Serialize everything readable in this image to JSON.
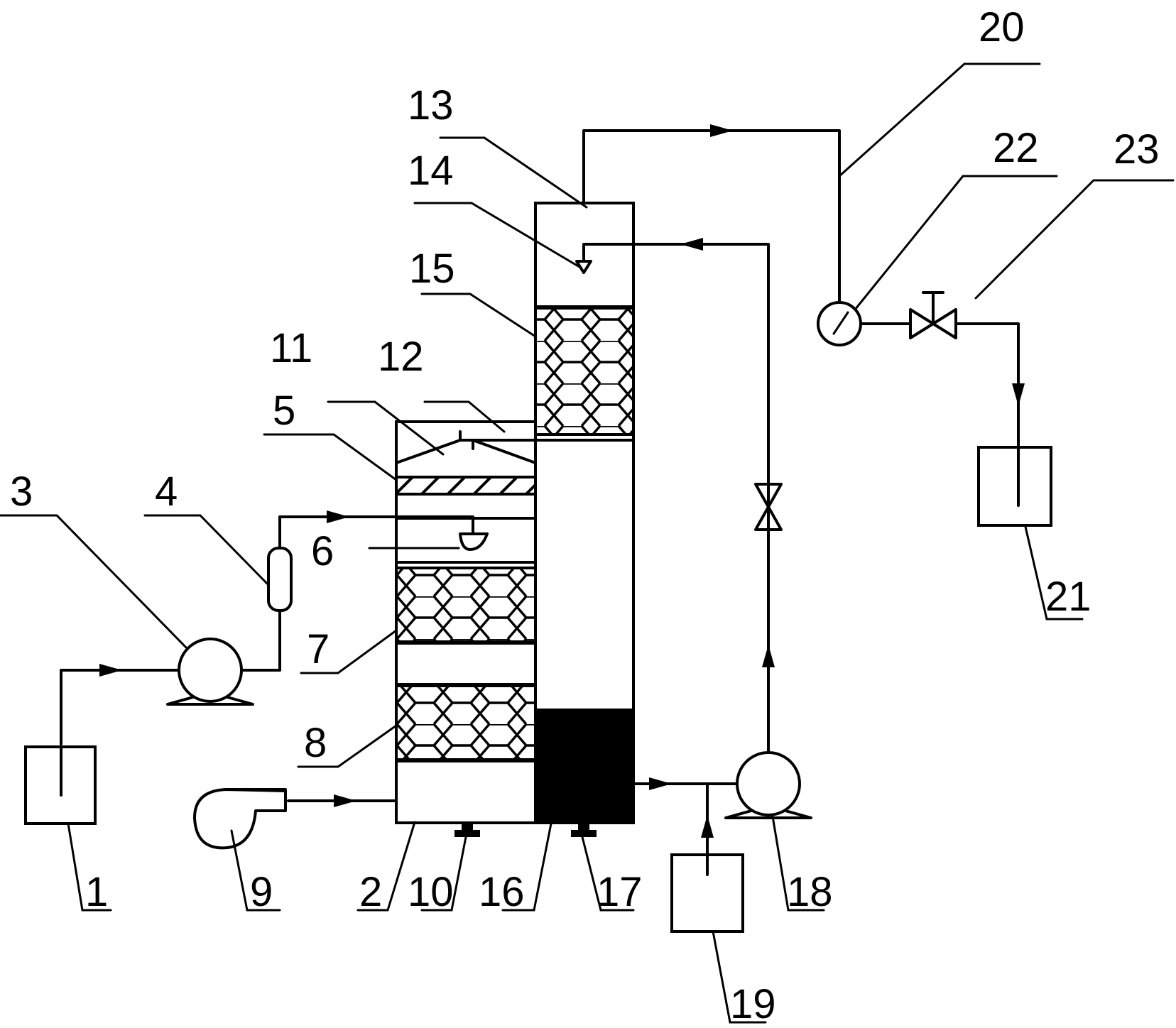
{
  "colors": {
    "line": "#000000",
    "background": "#ffffff",
    "packing": "#000000"
  },
  "labels": [
    "1",
    "2",
    "3",
    "4",
    "5",
    "6",
    "7",
    "8",
    "9",
    "10",
    "11",
    "12",
    "13",
    "14",
    "15",
    "16",
    "17",
    "18",
    "19",
    "20",
    "21",
    "22",
    "23"
  ]
}
